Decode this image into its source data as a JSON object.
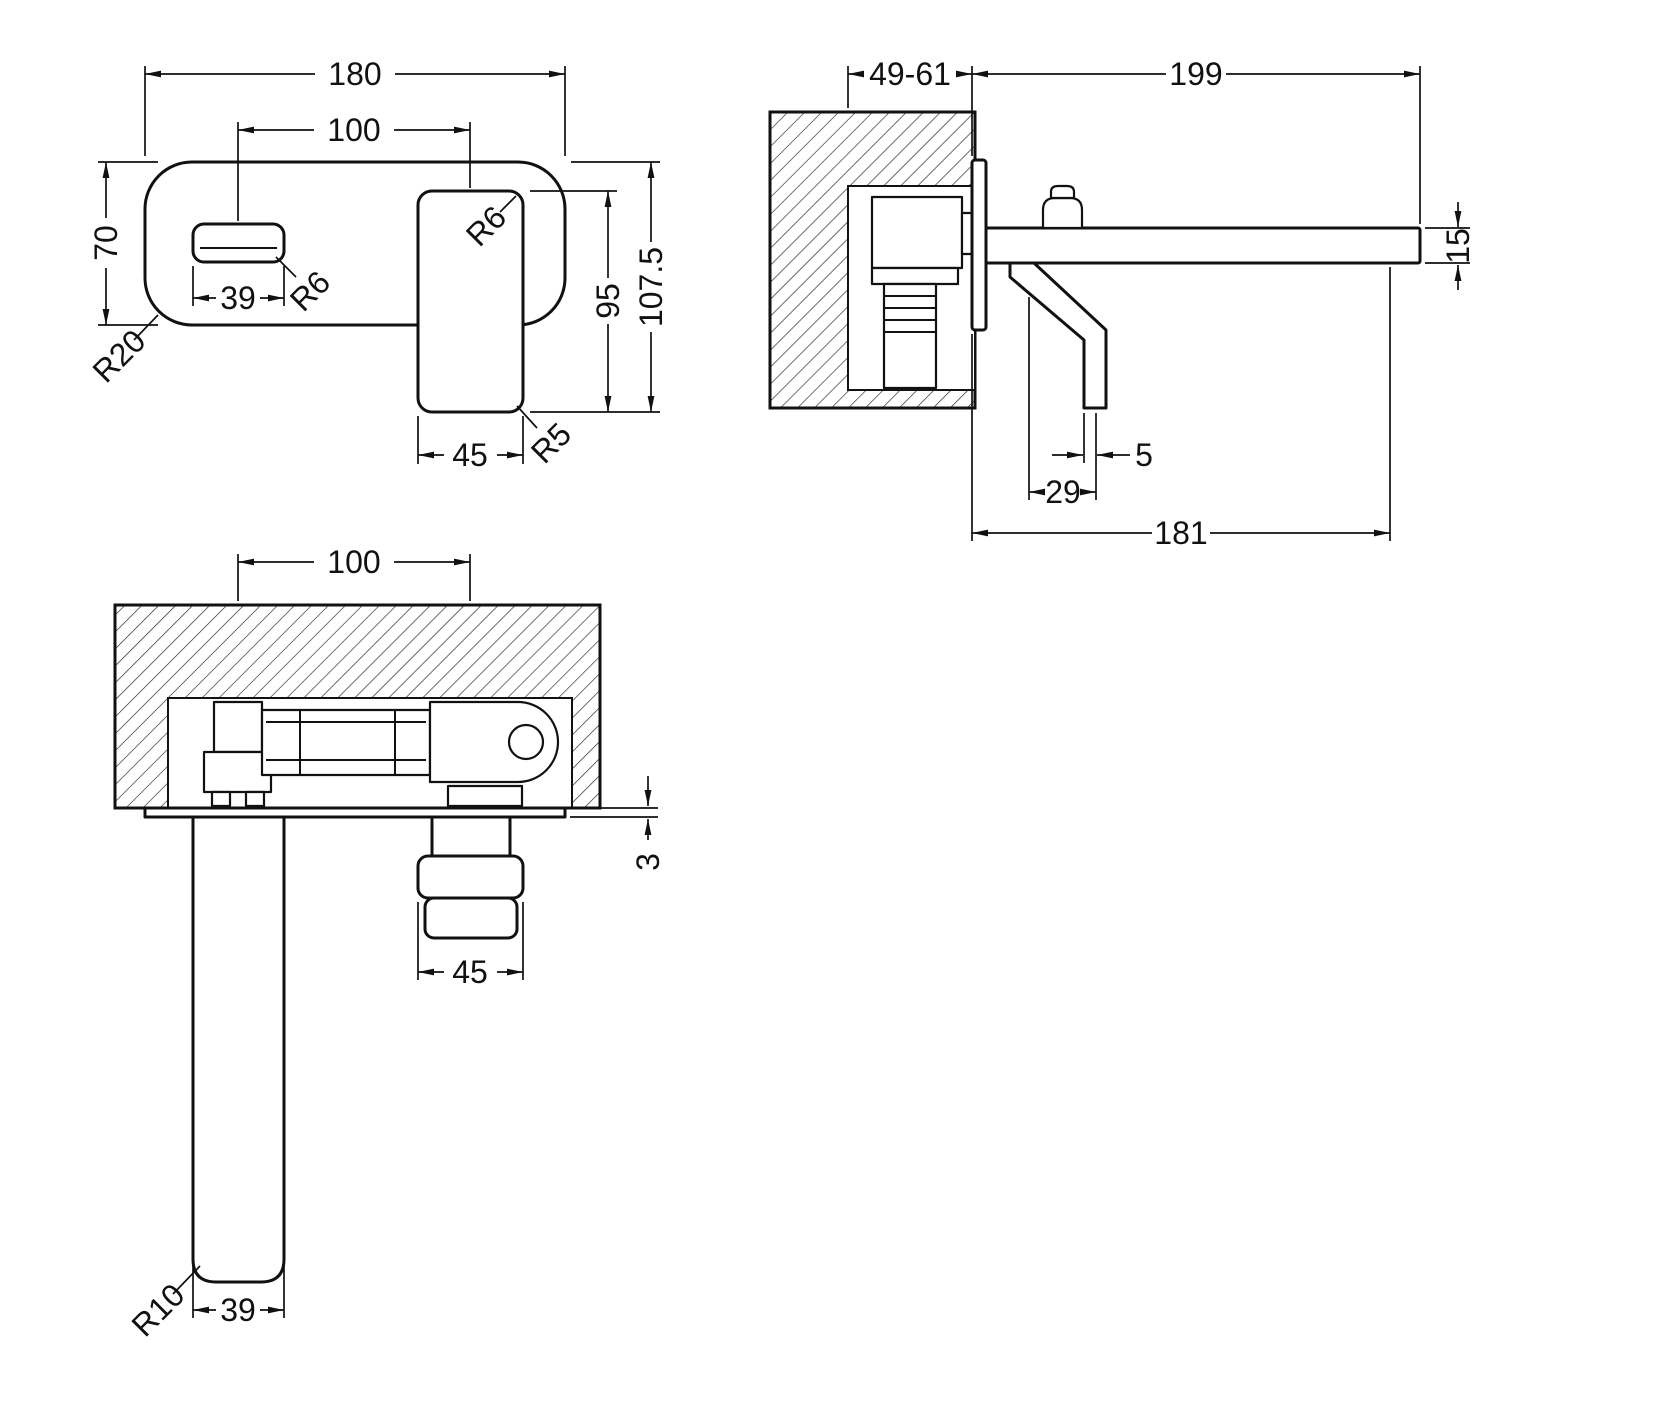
{
  "colors": {
    "line": "#111111",
    "background": "#ffffff"
  },
  "drawing": {
    "front": {
      "width": "180",
      "centers": "100",
      "height": "70",
      "spout_width": "39",
      "spout_radius": "R6",
      "plate_radius": "R20",
      "handle_radius_top": "R6",
      "handle_height": "95",
      "total_height": "107.5",
      "handle_width": "45",
      "handle_radius_bottom": "R5"
    },
    "side": {
      "wall_range": "49-61",
      "spout_length": "199",
      "spout_thickness": "15",
      "tip_offset": "5",
      "handle_offset": "29",
      "projection": "181"
    },
    "plan": {
      "centers": "100",
      "plate_thickness": "3",
      "handle_width": "45",
      "spout_width": "39",
      "spout_radius": "R10"
    }
  }
}
